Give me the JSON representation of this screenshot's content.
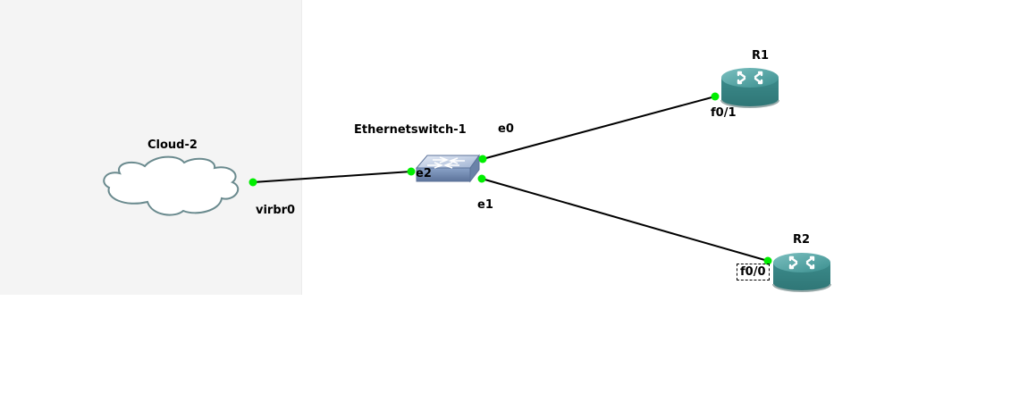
{
  "nodes": [
    {
      "name": "Cloud-2",
      "type": "cloud",
      "ports": [
        "virbr0"
      ]
    },
    {
      "name": "Ethernetswitch-1",
      "type": "switch",
      "ports": [
        "e0",
        "e1",
        "e2"
      ]
    },
    {
      "name": "R1",
      "type": "router",
      "ports": [
        "f0/1"
      ]
    },
    {
      "name": "R2",
      "type": "router",
      "ports": [
        "f0/0"
      ]
    }
  ],
  "links": [
    {
      "from": "Cloud-2",
      "from_port": "virbr0",
      "to": "Ethernetswitch-1",
      "to_port": "e2"
    },
    {
      "from": "Ethernetswitch-1",
      "from_port": "e0",
      "to": "R1",
      "to_port": "f0/1"
    },
    {
      "from": "Ethernetswitch-1",
      "from_port": "e1",
      "to": "R2",
      "to_port": "f0/0"
    }
  ],
  "labels": {
    "cloud": "Cloud-2",
    "switch": "Ethernetswitch-1",
    "r1": "R1",
    "r2": "R2",
    "virbr0": "virbr0",
    "e0": "e0",
    "e1": "e1",
    "e2": "e2",
    "f0_1": "f0/1",
    "f0_0": "f0/0"
  },
  "colors": {
    "port_up": "#00ee00",
    "router_body": "#3a8a8a",
    "router_top": "#5aa6a6",
    "cloud_outline": "#6a8a8e",
    "switch_body": "#7a92b8",
    "link": "#000000"
  }
}
